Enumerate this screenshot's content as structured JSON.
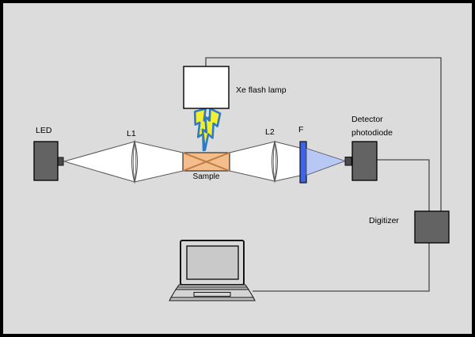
{
  "diagram": {
    "title_implicit": "Flash photolysis / pump-probe optical setup",
    "labels": {
      "led": "LED",
      "l1": "L1",
      "l2": "L2",
      "filter": "F",
      "sample": "Sample",
      "xe_lamp": "Xe flash lamp",
      "detector_line1": "Detector",
      "detector_line2": "photodiode",
      "digitizer": "Digitizer"
    },
    "colors": {
      "background": "#dcdcdc",
      "frame_border": "#000000",
      "text": "#000000",
      "device_box": "#636363",
      "connector": "#4a4a4a",
      "wire": "#4a4a4a",
      "beam_fill": "#ffffff",
      "beam_stroke": "#555555",
      "sample_fill": "#f4bd8c",
      "sample_cross": "#c27c42",
      "filter_blue": "#3d64e6",
      "cone_fill": "#b8c8f4",
      "bolt_yellow": "#f2ee32",
      "bolt_blue": "#2e7bc4",
      "lamp_fill": "#ffffff",
      "laptop_frame": "#d9d9d9",
      "laptop_screen": "#c9c9c9",
      "laptop_hinge": "#b8b8b8",
      "laptop_body": "#d4d4d4",
      "laptop_lip": "#c2c2c2"
    }
  }
}
